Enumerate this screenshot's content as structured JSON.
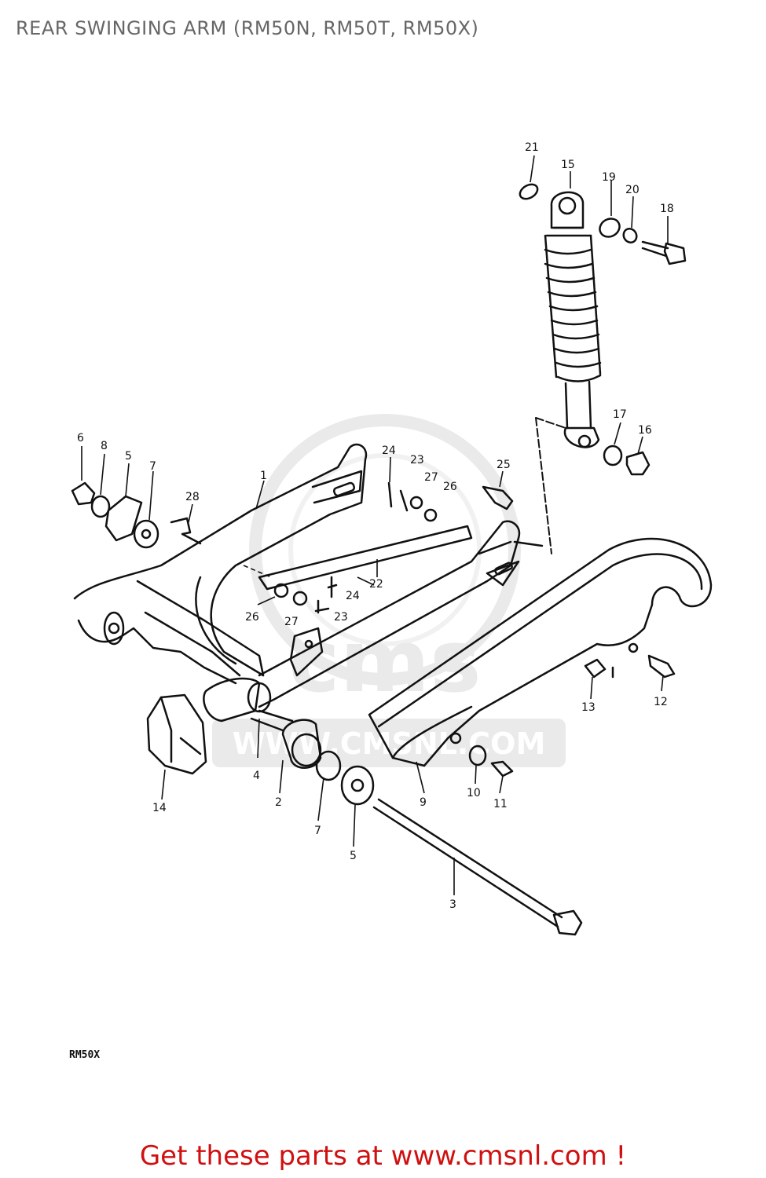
{
  "title": "REAR SWINGING ARM (RM50N, RM50T, RM50X)",
  "model_label": "RM50X",
  "watermark": {
    "logo_text": "cms",
    "url_text": "WWW.CMSNL.COM"
  },
  "callouts": [
    "1",
    "2",
    "3",
    "4",
    "5",
    "5",
    "6",
    "7",
    "7",
    "8",
    "9",
    "10",
    "11",
    "12",
    "13",
    "14",
    "15",
    "16",
    "17",
    "18",
    "19",
    "20",
    "21",
    "22",
    "23",
    "23",
    "24",
    "24",
    "25",
    "26",
    "26",
    "27",
    "27",
    "28"
  ],
  "footer": "Get these parts at www.cmsnl.com !",
  "colors": {
    "title": "#666666",
    "footer": "#d01010",
    "line": "#111111",
    "watermark": "#d9d9d9"
  }
}
